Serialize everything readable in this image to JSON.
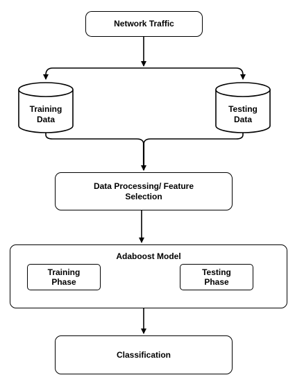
{
  "nodes": {
    "network_traffic": "Network Traffic",
    "training_data": {
      "line1": "Training",
      "line2": "Data"
    },
    "testing_data": {
      "line1": "Testing",
      "line2": "Data"
    },
    "data_processing": {
      "line1": "Data Processing/ Feature",
      "line2": "Selection"
    },
    "adaboost_model": "Adaboost Model",
    "training_phase": {
      "line1": "Training",
      "line2": "Phase"
    },
    "testing_phase": {
      "line1": "Testing",
      "line2": "Phase"
    },
    "classification": "Classification"
  },
  "colors": {
    "stroke": "#000000",
    "fill": "#ffffff"
  }
}
